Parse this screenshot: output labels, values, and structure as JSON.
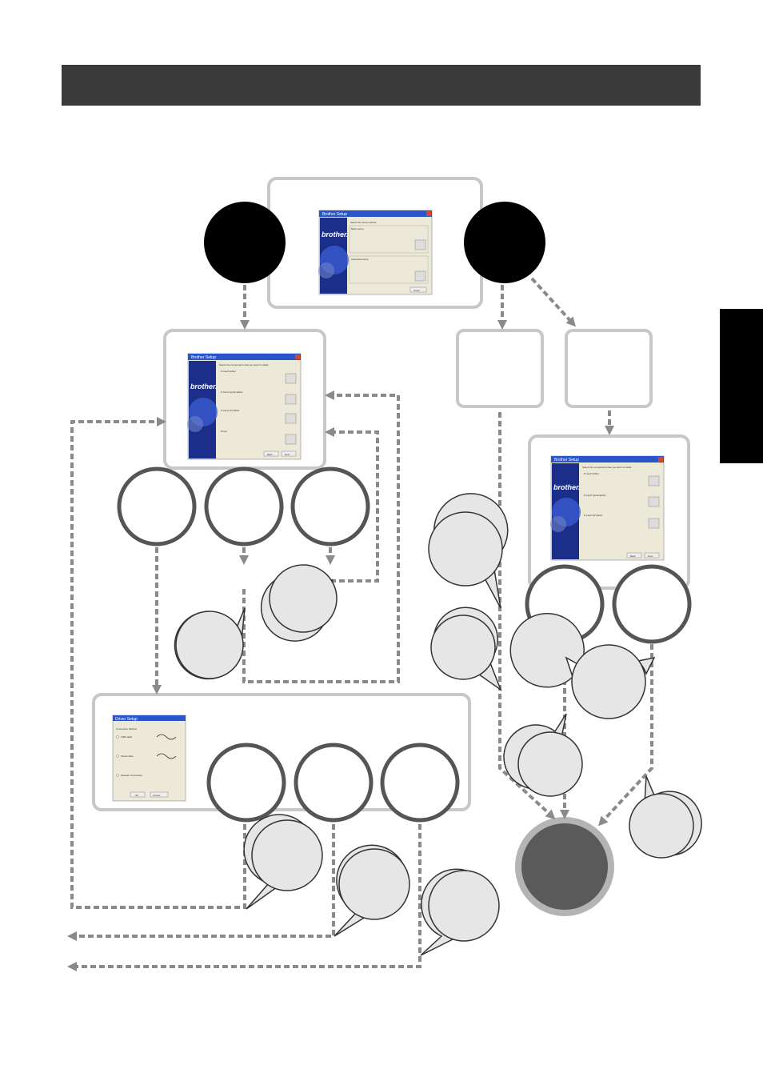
{
  "header": {
    "color": "#3a3a3a"
  },
  "side_tab": {
    "color": "#000000"
  },
  "colors": {
    "arrow": "#8a8a8a",
    "panel_border": "#c8c8c8",
    "circle_border": "#555555",
    "bubble_fill": "#e6e6e6",
    "black_node": "#000000",
    "end_node_fill": "#5a5a5a",
    "end_node_ring": "#b4b4b4",
    "window_blue": "#1b2f8a",
    "window_body": "#ece9d8"
  },
  "windows": {
    "setup_method": {
      "title": "Brother Setup",
      "brand": "brother.",
      "lines": [
        "Select the setup method.",
        "Basic setup",
        "Advanced setup",
        "Close"
      ]
    },
    "components_left": {
      "title": "Brother Setup",
      "brand": "brother.",
      "lines": [
        "Select the components that you want to install.",
        "P-touch Editor",
        "P-touch Quick Editor",
        "P-touch AV Editor",
        "Driver",
        "Back",
        "Next"
      ]
    },
    "components_right": {
      "title": "Brother Setup",
      "brand": "brother.",
      "lines": [
        "Select the components that you want to install.",
        "P-touch Editor",
        "P-touch Quick Editor",
        "P-touch AV Editor",
        "Back",
        "Next"
      ]
    },
    "driver_setup": {
      "title": "Driver Setup",
      "lines": [
        "Connection Method",
        "USB cable",
        "Serial cable",
        "Network Connection",
        "OK",
        "Cancel"
      ]
    }
  }
}
